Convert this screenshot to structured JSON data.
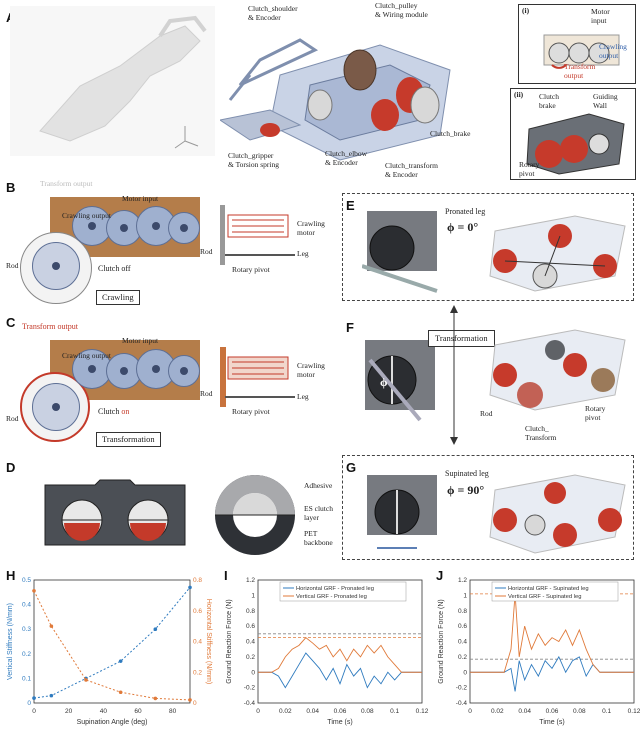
{
  "panels": {
    "A": {
      "label": "A",
      "annotations": {
        "shoulder": "Clutch_shoulder\n& Encoder",
        "pulley": "Clutch_pulley\n& Wiring module",
        "brake": "Clutch_brake",
        "gripper": "Clutch_gripper\n& Torsion spring",
        "elbow": "Clutch_elbow\n& Encoder",
        "transform": "Clutch_transform\n& Encoder"
      },
      "inset_i": {
        "label": "(i)",
        "motor_input": "Motor\ninput",
        "crawling_output": "Crawling\noutput",
        "transform_output": "Transform\noutput"
      },
      "inset_ii": {
        "label": "(ii)",
        "clutch_brake": "Clutch\nbrake",
        "guiding_wall": "Guiding\nWall",
        "rotary_pivot": "Rotary\npivot"
      }
    },
    "B": {
      "label": "B",
      "transform_output": "Transform output",
      "motor_input": "Motor input",
      "crawling_output": "Crawling output",
      "rod": "Rod",
      "clutch_state": "Clutch off",
      "mode_box": "Crawling",
      "crawling_motor": "Crawling\nmotor",
      "rod2": "Rod",
      "leg": "Leg",
      "rotary_pivot": "Rotary pivot"
    },
    "C": {
      "label": "C",
      "transform_output": "Transform output",
      "motor_input": "Motor input",
      "crawling_output": "Crawling output",
      "rod": "Rod",
      "clutch_prefix": "Clutch ",
      "clutch_on": "on",
      "mode_box": "Transformation",
      "crawling_motor": "Crawling\nmotor",
      "rod2": "Rod",
      "leg": "Leg",
      "rotary_pivot": "Rotary pivot"
    },
    "D": {
      "label": "D",
      "adhesive": "Adhesive",
      "es_clutch": "ES clutch\nlayer",
      "pet": "PET\nbackbone"
    },
    "E": {
      "label": "E",
      "leg_state": "Pronated leg",
      "phi": "ϕ = 0°"
    },
    "F": {
      "label": "F",
      "transformation": "Transformation",
      "phi_small": "ϕ",
      "rod": "Rod",
      "rotary_pivot": "Rotary\npivot",
      "clutch_transform": "Clutch_\nTransform"
    },
    "G": {
      "label": "G",
      "leg_state": "Supinated leg",
      "phi": "ϕ = 90°"
    },
    "H": {
      "label": "H"
    },
    "I": {
      "label": "I"
    },
    "J": {
      "label": "J"
    }
  },
  "chart_data": [
    {
      "id": "H",
      "type": "line",
      "x": [
        0,
        10,
        30,
        50,
        70,
        90
      ],
      "xlabel": "Supination Angle (deg)",
      "ylabel_left": "Vertical Stiffness (N/mm)",
      "ylabel_right": "Horizontal Stiffness (N/mm)",
      "xlim": [
        0,
        90
      ],
      "xticks": [
        0,
        20,
        40,
        60,
        80
      ],
      "ylim_left": [
        0,
        0.5
      ],
      "yticks_left": [
        "0",
        "0.1",
        "0.2",
        "0.3",
        "0.4",
        "0.5"
      ],
      "ylim_right": [
        0,
        0.8
      ],
      "yticks_right": [
        "0",
        "0.2",
        "0.4",
        "0.6",
        "0.8"
      ],
      "series": [
        {
          "axis": "left",
          "color": "#2f7bbf",
          "values": [
            0.02,
            0.03,
            0.1,
            0.17,
            0.3,
            0.47
          ]
        },
        {
          "axis": "right",
          "color": "#e07a3a",
          "values": [
            0.73,
            0.5,
            0.15,
            0.07,
            0.03,
            0.02
          ]
        }
      ]
    },
    {
      "id": "I",
      "type": "line",
      "xlabel": "Time (s)",
      "ylabel": "Ground Reaction Force (N)",
      "xlim": [
        0,
        0.12
      ],
      "xticks": [
        "0",
        "0.02",
        "0.04",
        "0.06",
        "0.08",
        "0.1",
        "0.12"
      ],
      "ylim": [
        -0.4,
        1.2
      ],
      "yticks": [
        "-0.4",
        "-0.2",
        "0",
        "0.2",
        "0.4",
        "0.6",
        "0.8",
        "1",
        "1.2"
      ],
      "series": [
        {
          "name": "Horizontal GRF - Pronated leg",
          "color": "#2f7bbf",
          "x": [
            0,
            0.01,
            0.015,
            0.02,
            0.025,
            0.03,
            0.035,
            0.04,
            0.045,
            0.05,
            0.055,
            0.06,
            0.065,
            0.07,
            0.075,
            0.08,
            0.085,
            0.09,
            0.095,
            0.1,
            0.105,
            0.12
          ],
          "y": [
            0,
            0,
            -0.05,
            -0.2,
            -0.05,
            0.1,
            0.25,
            0.15,
            0.05,
            -0.1,
            0.05,
            -0.15,
            0.1,
            -0.05,
            0.05,
            -0.2,
            -0.05,
            -0.15,
            0.0,
            -0.1,
            0,
            0
          ]
        },
        {
          "name": "Vertical GRF - Pronated leg",
          "color": "#e07a3a",
          "x": [
            0,
            0.01,
            0.015,
            0.02,
            0.025,
            0.03,
            0.035,
            0.04,
            0.045,
            0.05,
            0.055,
            0.06,
            0.065,
            0.07,
            0.075,
            0.08,
            0.085,
            0.09,
            0.095,
            0.1,
            0.105,
            0.12
          ],
          "y": [
            0,
            0,
            0.05,
            0.2,
            0.3,
            0.35,
            0.45,
            0.38,
            0.3,
            0.35,
            0.2,
            0.3,
            0.15,
            0.3,
            0.2,
            0.35,
            0.25,
            0.35,
            0.2,
            0.1,
            0,
            0
          ]
        }
      ],
      "hlines": [
        0.45,
        0.5
      ]
    },
    {
      "id": "J",
      "type": "line",
      "xlabel": "Time (s)",
      "ylabel": "Ground Reaction Force (N)",
      "xlim": [
        0,
        0.12
      ],
      "xticks": [
        "0",
        "0.02",
        "0.04",
        "0.06",
        "0.08",
        "0.1",
        "0.12"
      ],
      "ylim": [
        -0.4,
        1.2
      ],
      "yticks": [
        "-0.4",
        "-0.2",
        "0",
        "0.2",
        "0.4",
        "0.6",
        "0.8",
        "1",
        "1.2"
      ],
      "series": [
        {
          "name": "Horizontal GRF - Supinated leg",
          "color": "#2f7bbf",
          "x": [
            0,
            0.025,
            0.03,
            0.033,
            0.036,
            0.04,
            0.045,
            0.05,
            0.055,
            0.06,
            0.065,
            0.07,
            0.075,
            0.08,
            0.085,
            0.09,
            0.095,
            0.1,
            0.12
          ],
          "y": [
            0,
            0,
            0.05,
            -0.25,
            0.15,
            -0.1,
            0.1,
            -0.05,
            0.15,
            0.05,
            0.2,
            0.0,
            0.15,
            0.2,
            -0.05,
            0.1,
            0,
            0,
            0
          ]
        },
        {
          "name": "Vertical GRF - Supinated leg",
          "color": "#e07a3a",
          "x": [
            0,
            0.025,
            0.03,
            0.033,
            0.036,
            0.04,
            0.045,
            0.05,
            0.055,
            0.06,
            0.065,
            0.07,
            0.075,
            0.08,
            0.085,
            0.09,
            0.095,
            0.1,
            0.12
          ],
          "y": [
            0,
            0,
            0.3,
            1.02,
            0.2,
            0.6,
            0.3,
            0.5,
            0.35,
            0.45,
            0.4,
            0.55,
            0.35,
            0.55,
            0.3,
            0.1,
            0,
            0,
            0
          ]
        }
      ],
      "hlines": [
        1.02,
        0.17
      ]
    }
  ]
}
